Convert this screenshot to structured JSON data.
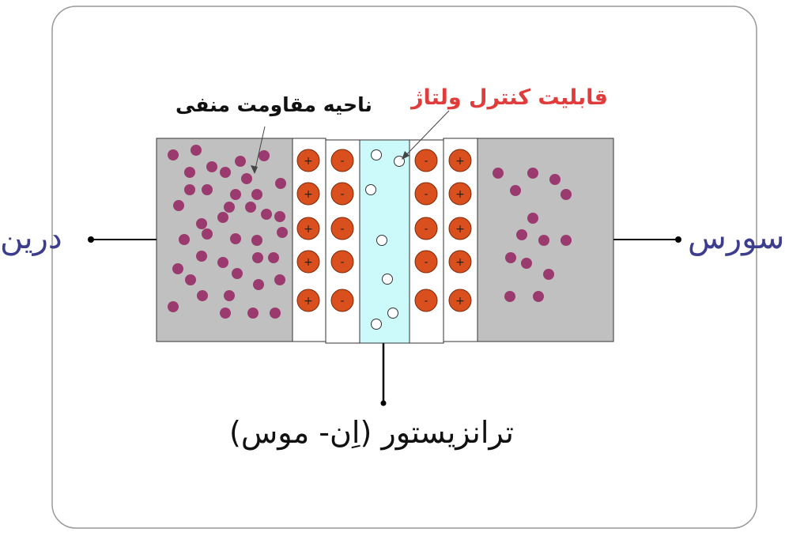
{
  "labels": {
    "negative_resistance": "ناحیه مقاومت منفی",
    "voltage_control": "قابلیت کنترل ولتاژ",
    "drain": "درین",
    "source": "سورس",
    "title": "ترانزیستور (اِن- موس)"
  },
  "ion_signs": {
    "positive": "+",
    "negative": "-"
  },
  "colors": {
    "region_gray": "#c0c0c0",
    "channel": "#ccfafa",
    "ion": "#d9501e",
    "carrier": "#9b3a6e",
    "accent_red": "#e03c3c",
    "terminal_blue": "#3d3d8f"
  }
}
